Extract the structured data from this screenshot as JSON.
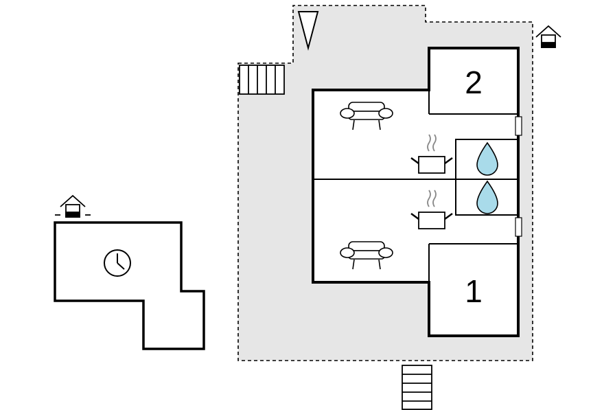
{
  "colors": {
    "background": "#ffffff",
    "plot_fill": "#e6e6e6",
    "wall": "#000000",
    "water": "#a9dbea"
  },
  "rooms": [
    {
      "label": "2",
      "type": "bedroom"
    },
    {
      "label": "1",
      "type": "bedroom"
    }
  ],
  "icons": {
    "outbuilding": "clock-icon",
    "sofas": [
      "sofa-icon",
      "sofa-icon"
    ],
    "kitchens": [
      "cooking-pot-icon",
      "cooking-pot-icon"
    ],
    "bathrooms": [
      "water-drop-icon",
      "water-drop-icon"
    ],
    "entrances": [
      "house-entrance-icon",
      "house-entrance-icon"
    ],
    "stairs": [
      "stairs-icon",
      "stairs-icon"
    ],
    "terrain": "triangle-marker-icon"
  }
}
